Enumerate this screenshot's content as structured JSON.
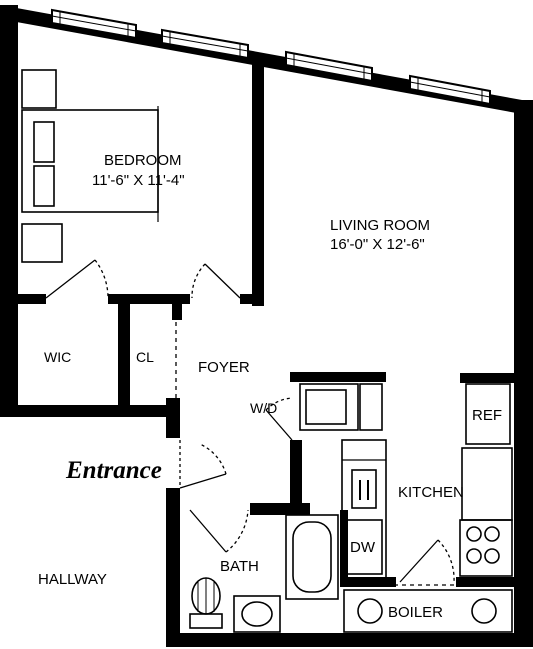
{
  "rooms": {
    "bedroom_name": "BEDROOM",
    "bedroom_size": "11'-6\" X 11'-4\"",
    "living_name": "LIVING ROOM",
    "living_size": "16'-0\" X 12'-6\"",
    "wic": "WIC",
    "cl": "CL",
    "foyer": "FOYER",
    "wd": "W/D",
    "ref": "REF",
    "kitchen": "KITCHEN",
    "dw": "DW",
    "bath": "BATH",
    "hallway": "HALLWAY",
    "boiler": "BOILER"
  },
  "entrance_label": "Entrance"
}
